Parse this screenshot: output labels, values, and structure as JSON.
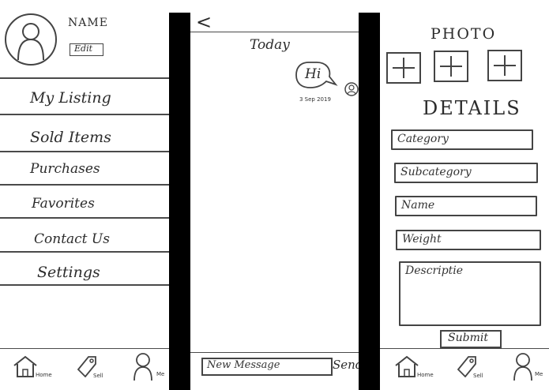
{
  "profile": {
    "name": "NAME",
    "edit_label": "Edit",
    "menu": [
      {
        "label": "My Listing"
      },
      {
        "label": "Sold Items"
      },
      {
        "label": "Purchases"
      },
      {
        "label": "Favorites"
      },
      {
        "label": "Contact Us"
      },
      {
        "label": "Settings"
      }
    ]
  },
  "tabbar": {
    "home": "Home",
    "sell": "Sell",
    "me": "Me"
  },
  "chat": {
    "back_glyph": "<",
    "date_header": "Today",
    "message_text": "Hi",
    "message_time": "3 Sep 2019",
    "input_placeholder": "New Message",
    "send_label": "Send"
  },
  "sell": {
    "photo_title": "PHOTO",
    "details_title": "DETAILS",
    "fields": [
      {
        "label": "Category"
      },
      {
        "label": "Subcategory"
      },
      {
        "label": "Name"
      },
      {
        "label": "Weight"
      },
      {
        "label": "Descriptie"
      }
    ],
    "submit_label": "Submit"
  }
}
